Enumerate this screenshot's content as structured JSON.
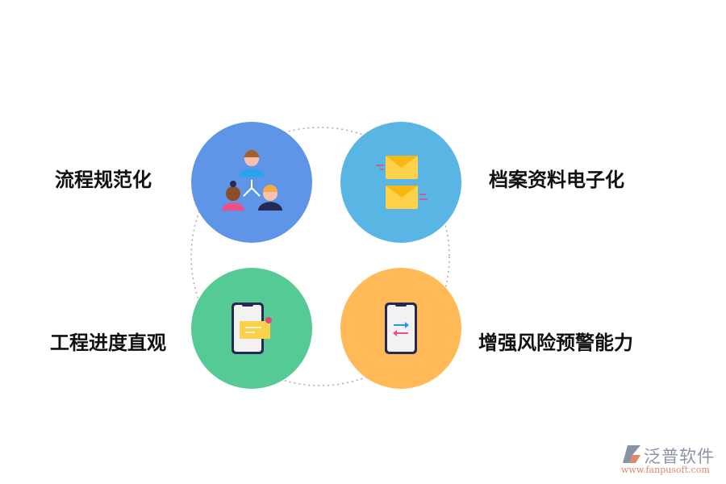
{
  "items": [
    {
      "label": "流程规范化",
      "icon": "people-hierarchy-icon",
      "color": "#5f95e6"
    },
    {
      "label": "档案资料电子化",
      "icon": "envelopes-icon",
      "color": "#59b5e4"
    },
    {
      "label": "工程进度直观",
      "icon": "phone-message-icon",
      "color": "#56ca94"
    },
    {
      "label": "增强风险预警能力",
      "icon": "phone-transfer-icon",
      "color": "#ffba57"
    }
  ],
  "logo": {
    "name": "泛普软件",
    "url": "www.fanpusoft.com"
  }
}
